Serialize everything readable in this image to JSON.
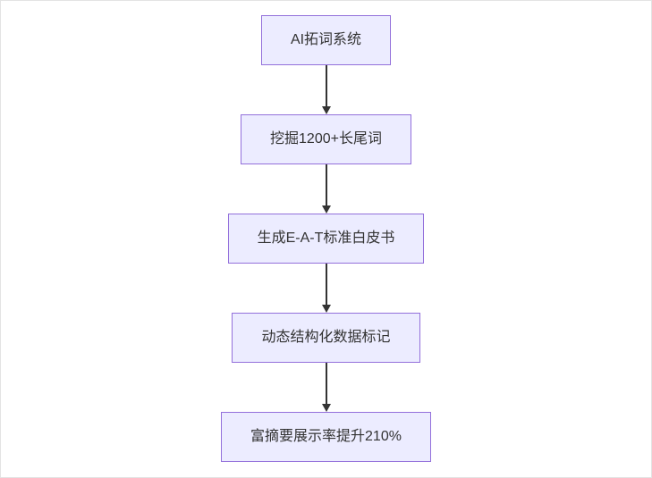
{
  "diagram": {
    "type": "flowchart",
    "direction": "top-down",
    "colors": {
      "node_fill": "#ececff",
      "node_border": "#9370db",
      "node_text": "#333333",
      "arrow": "#333333",
      "background": "#ffffff"
    },
    "nodes": [
      {
        "id": "step-1",
        "label": "AI拓词系统"
      },
      {
        "id": "step-2",
        "label": "挖掘1200+长尾词"
      },
      {
        "id": "step-3",
        "label": "生成E-A-T标准白皮书"
      },
      {
        "id": "step-4",
        "label": "动态结构化数据标记"
      },
      {
        "id": "step-5",
        "label": "富摘要展示率提升210%"
      }
    ],
    "edges": [
      {
        "from": "step-1",
        "to": "step-2"
      },
      {
        "from": "step-2",
        "to": "step-3"
      },
      {
        "from": "step-3",
        "to": "step-4"
      },
      {
        "from": "step-4",
        "to": "step-5"
      }
    ]
  }
}
